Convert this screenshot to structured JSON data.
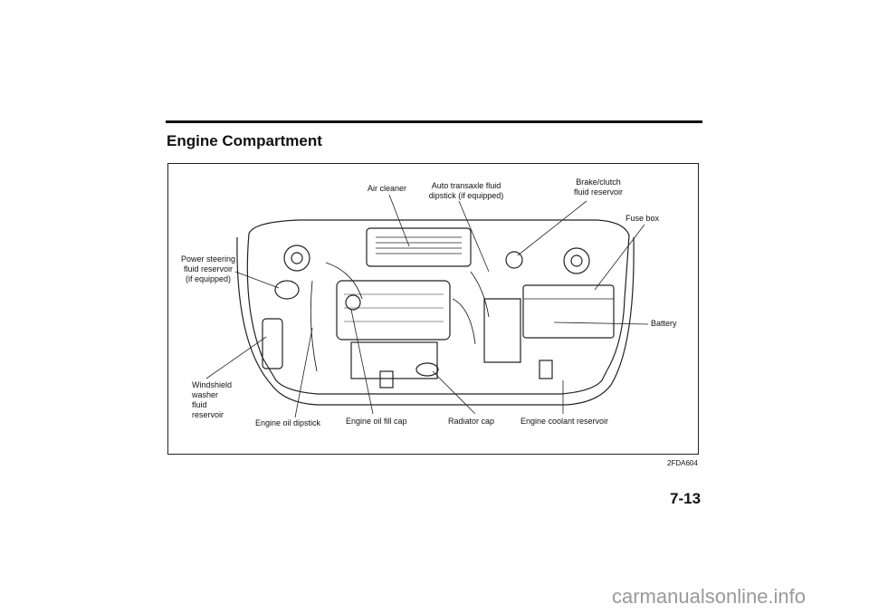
{
  "page": {
    "title": "Engine Compartment",
    "figure_id": "2FDA604",
    "page_number": "7-13",
    "watermark": "carmanualsonline.info"
  },
  "labels": {
    "air_cleaner": "Air cleaner",
    "auto_transaxle_1": "Auto transaxle fluid",
    "auto_transaxle_2": "dipstick (if equipped)",
    "brake_1": "Brake/clutch",
    "brake_2": "fluid reservoir",
    "fuse_box": "Fuse box",
    "power_steering_1": "Power steering",
    "power_steering_2": "fluid reservoir",
    "power_steering_3": "(if equipped)",
    "battery": "Battery",
    "washer_1": "Windshield",
    "washer_2": "washer",
    "washer_3": "fluid",
    "washer_4": "reservoir",
    "oil_dipstick": "Engine oil dipstick",
    "oil_fill_cap": "Engine oil fill cap",
    "radiator_cap": "Radiator cap",
    "coolant_reservoir": "Engine coolant reservoir"
  }
}
